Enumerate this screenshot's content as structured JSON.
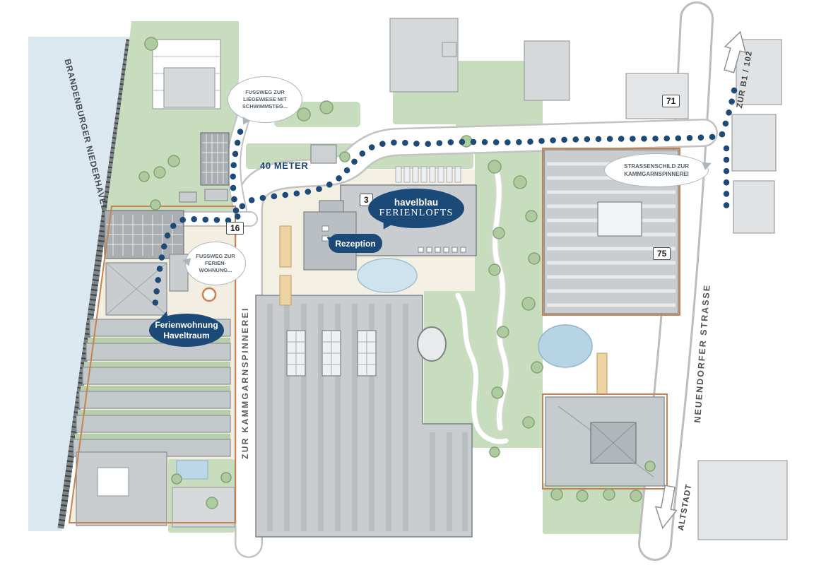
{
  "colors": {
    "navy": "#1b4a78",
    "route_dot": "#1d4a77",
    "water": "#dce8ef",
    "lawn": "#c8dcbe",
    "building": "#c9cdcf",
    "parcel_outline": "#c8824f"
  },
  "water": {
    "label": "BRANDENBURGER NIEDERHAVEL"
  },
  "streets": {
    "kammgarnspinnerei": "ZUR KAMMGARNSPINNEREI",
    "neuendorfer_strasse": "NEUENDORFER STRASSE",
    "zur_b1": "ZUR B1 / 102",
    "altstadt": "ALTSTADT"
  },
  "route": {
    "distance": "40 METER"
  },
  "house_numbers": {
    "ferienlofts": "3",
    "kammgarnspinnerei_gate": "16",
    "neuendorfer_71": "71",
    "kammgarnspinnerei_75": "75"
  },
  "callouts": {
    "fussweg_liegewiese": "FUSSWEG ZUR LIEGEWIESE MIT SCHWIMMSTEG...",
    "fussweg_ferienwohnung": "FUSSWEG ZUR FERIEN-WOHNUNG...",
    "strassenschild": "STRASSENSCHILD ZUR KAMMGARNSPINNEREI",
    "ferienlofts_name_line1": "havelblau",
    "ferienlofts_name_line2": "FERIENLOFTS",
    "rezeption": "Rezeption",
    "ferienwohnung_line1": "Ferienwohnung",
    "ferienwohnung_line2": "Haveltraum"
  },
  "icons": {
    "route_dots": "dotted-walking-route",
    "arrow_zur_b1": "arrow-up",
    "arrow_altstadt": "arrow-down"
  }
}
